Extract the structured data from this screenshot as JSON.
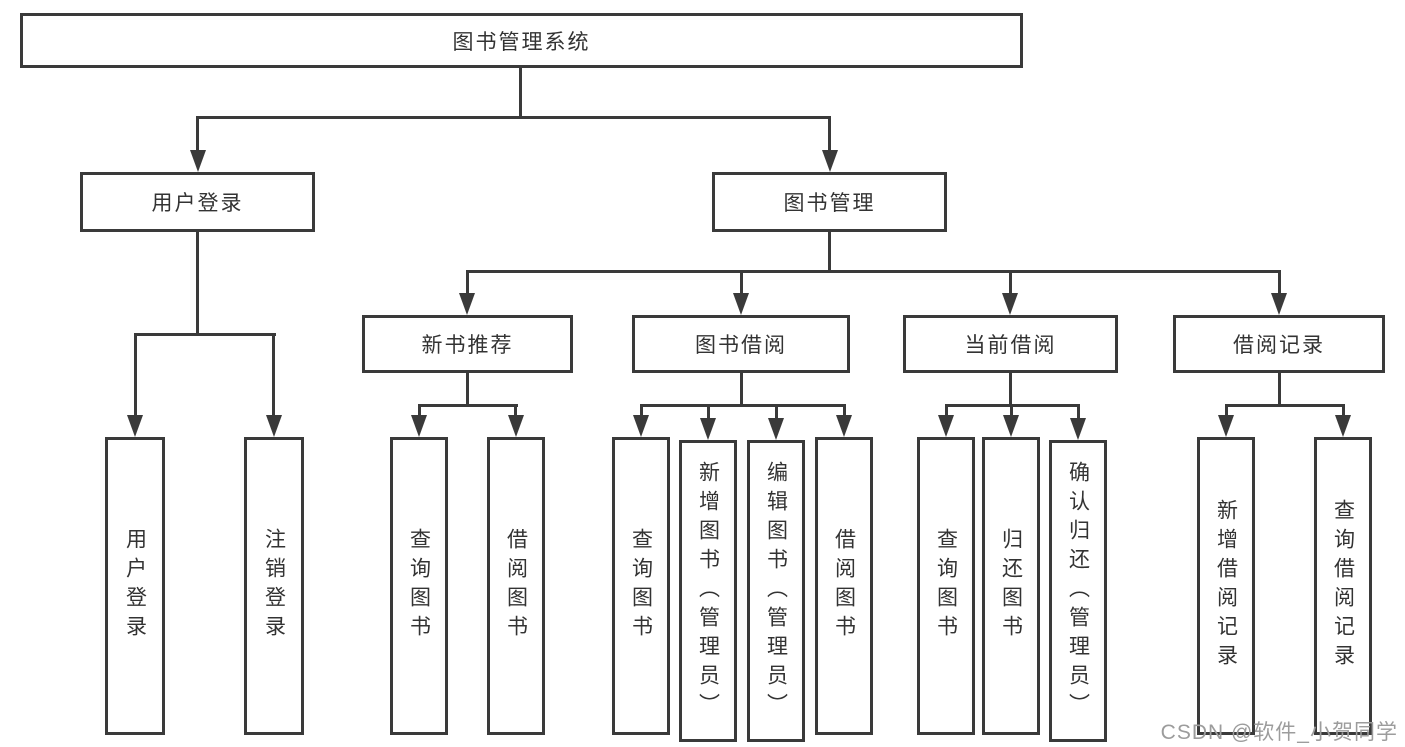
{
  "diagram": {
    "root": {
      "label": "图书管理系统",
      "children": [
        {
          "label": "用户登录",
          "children": [
            {
              "label": "用户登录"
            },
            {
              "label": "注销登录"
            }
          ]
        },
        {
          "label": "图书管理",
          "children": [
            {
              "label": "新书推荐",
              "children": [
                {
                  "label": "查询图书"
                },
                {
                  "label": "借阅图书"
                }
              ]
            },
            {
              "label": "图书借阅",
              "children": [
                {
                  "label": "查询图书"
                },
                {
                  "label": "新增图书（管理员）"
                },
                {
                  "label": "编辑图书（管理员）"
                },
                {
                  "label": "借阅图书"
                }
              ]
            },
            {
              "label": "当前借阅",
              "children": [
                {
                  "label": "查询图书"
                },
                {
                  "label": "归还图书"
                },
                {
                  "label": "确认归还（管理员）"
                }
              ]
            },
            {
              "label": "借阅记录",
              "children": [
                {
                  "label": "新增借阅记录"
                },
                {
                  "label": "查询借阅记录"
                }
              ]
            }
          ]
        }
      ]
    }
  },
  "watermark": "CSDN @软件_小贺同学",
  "colors": {
    "line": "#3a3a3a",
    "text": "#333333",
    "watermark": "#9c9c9c",
    "bg": "#ffffff"
  }
}
